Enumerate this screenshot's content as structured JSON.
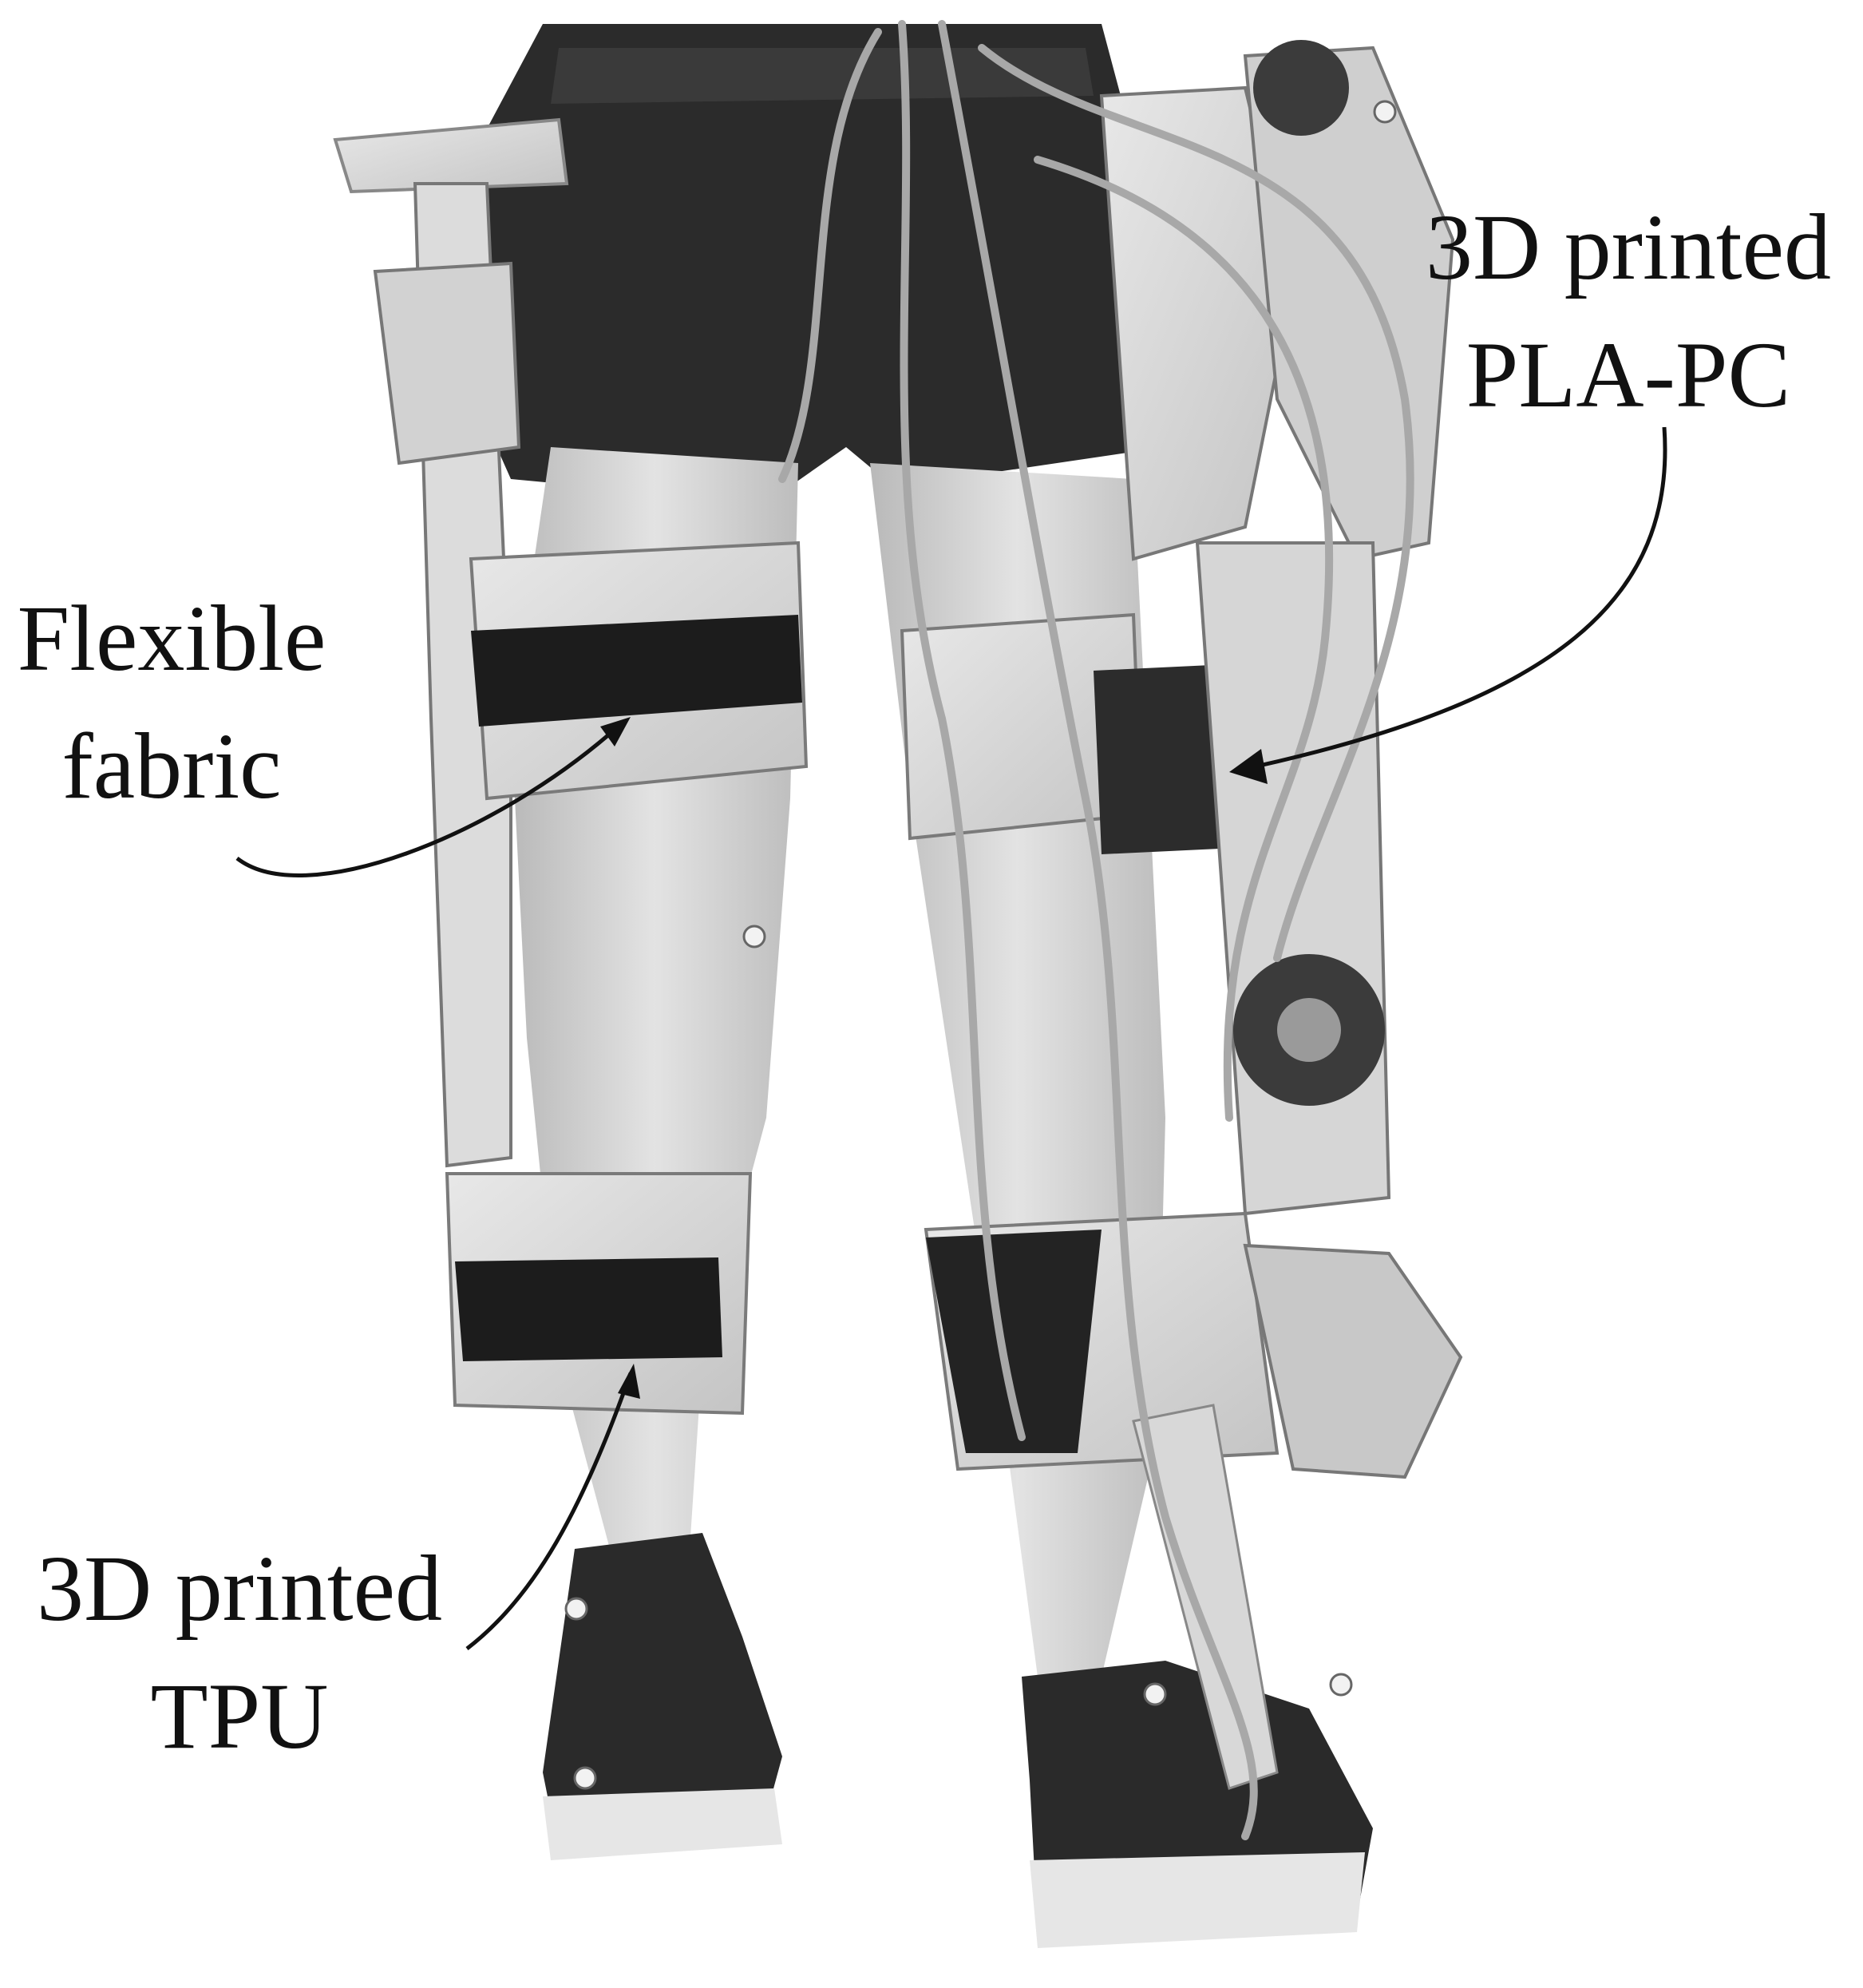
{
  "figure": {
    "subject": "exoskeleton-rear-view-photo"
  },
  "annotations": {
    "pla": {
      "line1": "3D printed",
      "line2": "PLA-PC"
    },
    "fabric": {
      "line1": "Flexible",
      "line2": "fabric"
    },
    "tpu": {
      "line1": "3D printed",
      "line2": "TPU"
    }
  },
  "colors": {
    "text": "#111111",
    "background": "#ffffff"
  }
}
